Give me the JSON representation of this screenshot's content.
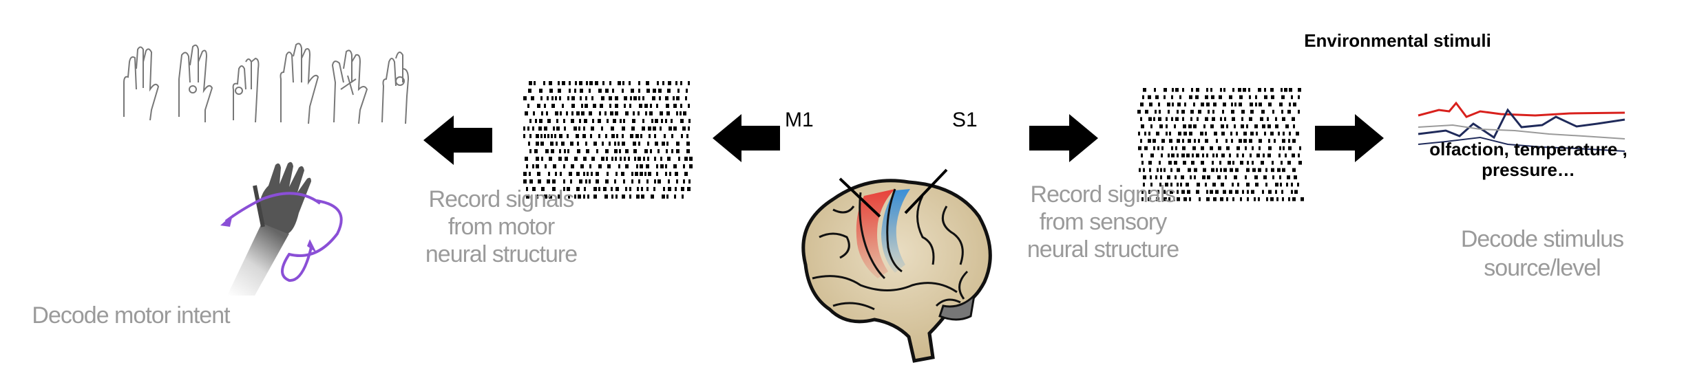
{
  "labels": {
    "env_title": "Environmental stimuli",
    "m1": "M1",
    "s1": "S1",
    "motor_record": [
      "Record signals",
      "from motor",
      "neural structure"
    ],
    "sensory_record": [
      "Record signals",
      "from sensory",
      "neural structure"
    ],
    "decode_motor": "Decode motor intent",
    "decode_stimulus": [
      "Decode stimulus",
      "source/level"
    ],
    "stimuli_types": [
      "olfaction, temperature ,",
      "pressure…"
    ]
  },
  "colors": {
    "text_gray": "#9a9a9a",
    "arrow": "#000000",
    "motor_cortex": "#e8413a",
    "sensory_cortex": "#3a8fd8",
    "trajectory": "#8a4fd6",
    "trace_red": "#d8201c",
    "trace_navy": "#1f2a5a"
  },
  "icons": [
    "hand-gesture-icon",
    "robotic-hand-icon",
    "brain-icon",
    "arrow-left-icon",
    "arrow-right-icon"
  ]
}
